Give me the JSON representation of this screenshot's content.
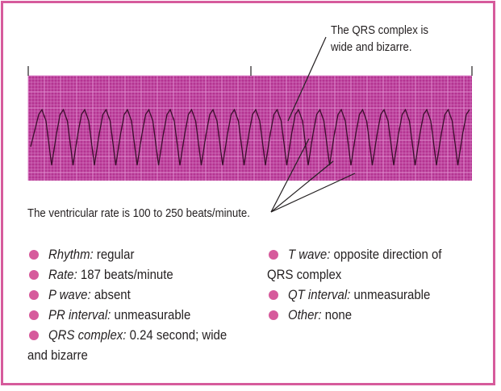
{
  "callouts": {
    "qrs_line1": "The QRS complex is",
    "qrs_line2": "wide and bizarre.",
    "rate": "The ventricular rate is 100 to 250 beats/minute."
  },
  "colors": {
    "border": "#d65b9c",
    "strip": "#b43391",
    "grid": "#e08fd0",
    "trace": "#3a0f2c",
    "bullet": "#d65b9c"
  },
  "findings_left": [
    {
      "label": "Rhythm:",
      "value": "regular"
    },
    {
      "label": "Rate:",
      "value": "187 beats/minute"
    },
    {
      "label": "P wave:",
      "value": "absent"
    },
    {
      "label": "PR interval:",
      "value": "unmeasurable"
    },
    {
      "label": "QRS complex:",
      "value": "0.24 second; wide",
      "continuation": "and bizarre"
    }
  ],
  "findings_right": [
    {
      "label": "T wave:",
      "value": "opposite direction of",
      "continuation": "QRS complex"
    },
    {
      "label": "QT interval:",
      "value": "unmeasurable"
    },
    {
      "label": "Other:",
      "value": "none"
    }
  ]
}
